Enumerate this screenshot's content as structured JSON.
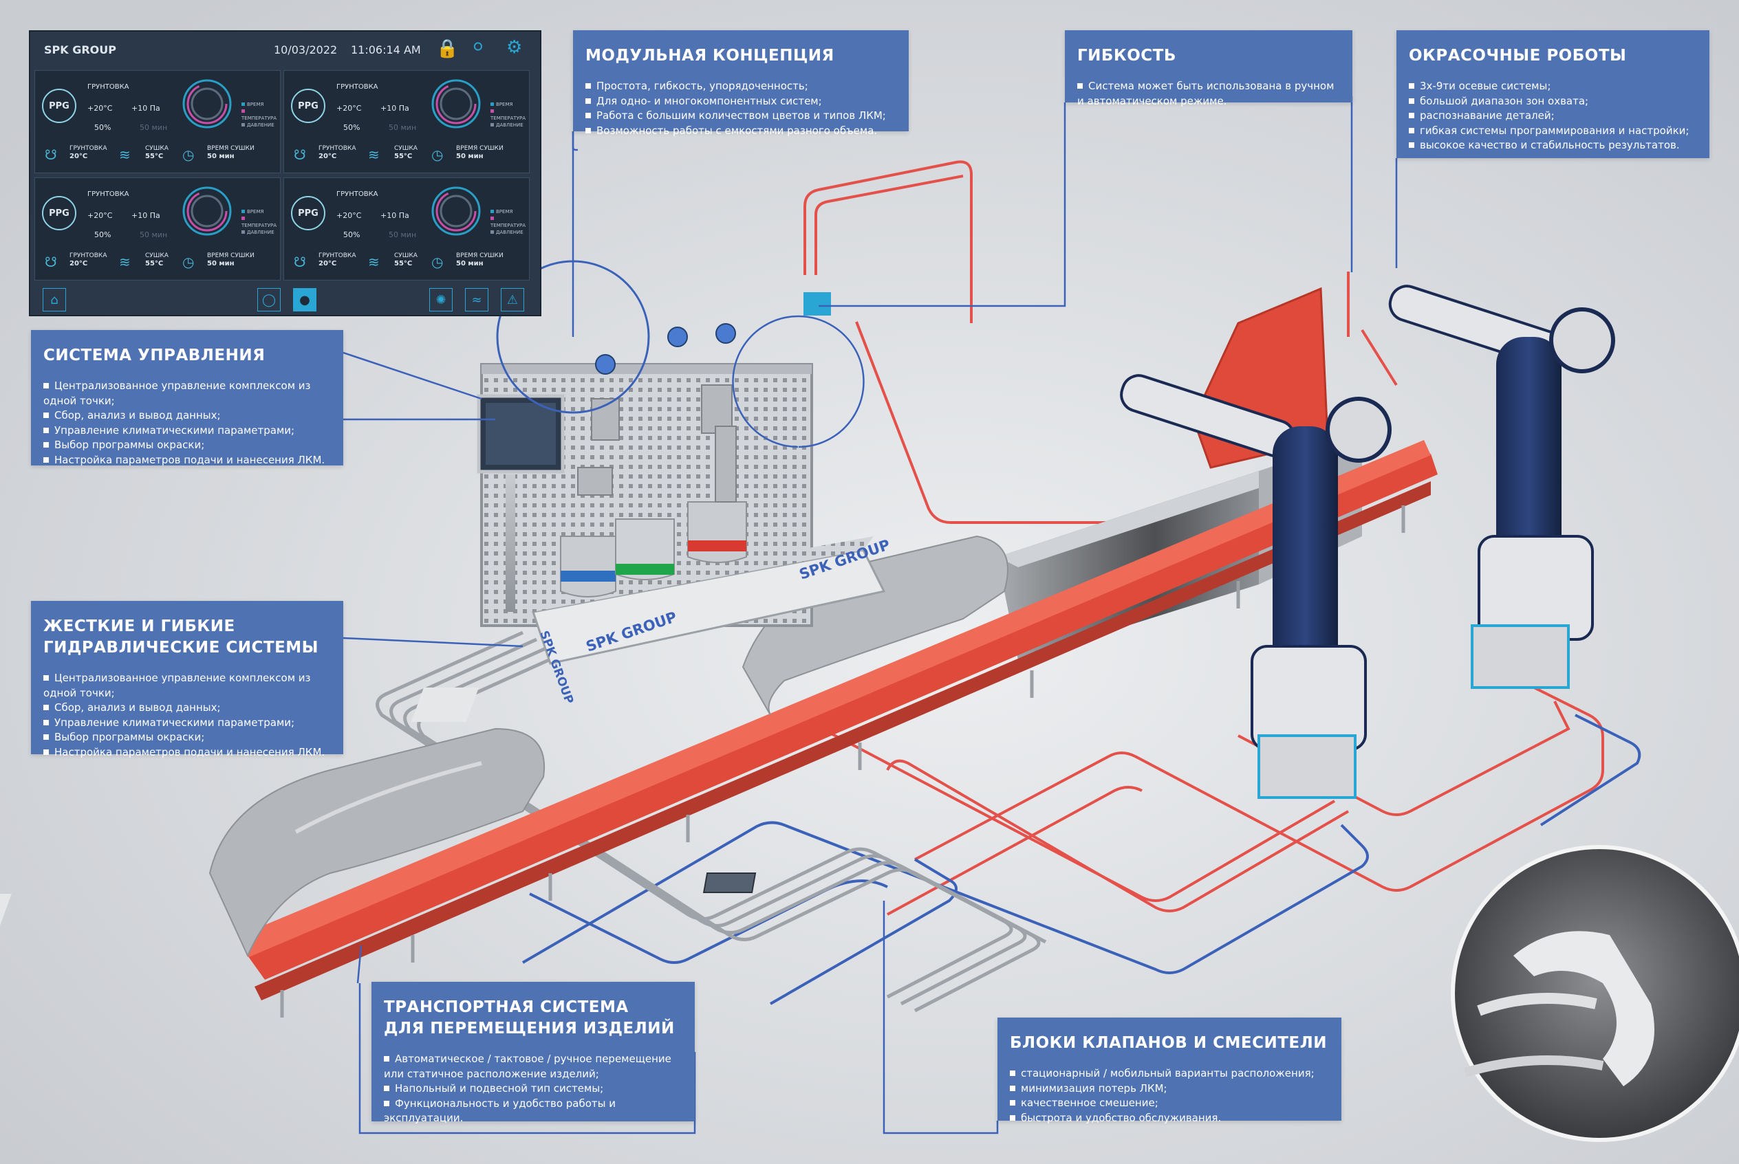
{
  "hmi": {
    "brand": "SPK GROUP",
    "date": "10/03/2022",
    "time": "11:06:14 AM",
    "cards": [
      {
        "ppg": "PPG",
        "title": "ГРУНТОВКА",
        "temp": "+20°C",
        "pressure": "+10 Па",
        "humidity": "50%",
        "time_dim": "50 мин",
        "b1_label": "ГРУНТОВКА",
        "b1_value": "20°C",
        "b2_label": "СУШКА",
        "b2_value": "55°C",
        "b3_label": "ВРЕМЯ СУШКИ",
        "b3_value": "50 мин",
        "legend": [
          "ВРЕМЯ",
          "ТЕМПЕРАТУРА",
          "ДАВЛЕНИЕ"
        ]
      },
      {
        "ppg": "PPG",
        "title": "ГРУНТОВКА",
        "temp": "+20°C",
        "pressure": "+10 Па",
        "humidity": "50%",
        "time_dim": "50 мин",
        "b1_label": "ГРУНТОВКА",
        "b1_value": "20°C",
        "b2_label": "СУШКА",
        "b2_value": "55°C",
        "b3_label": "ВРЕМЯ СУШКИ",
        "b3_value": "50 мин",
        "legend": [
          "ВРЕМЯ",
          "ТЕМПЕРАТУРА",
          "ДАВЛЕНИЕ"
        ]
      },
      {
        "ppg": "PPG",
        "title": "ГРУНТОВКА",
        "temp": "+20°C",
        "pressure": "+10 Па",
        "humidity": "50%",
        "time_dim": "50 мин",
        "b1_label": "ГРУНТОВКА",
        "b1_value": "20°C",
        "b2_label": "СУШКА",
        "b2_value": "55°C",
        "b3_label": "ВРЕМЯ СУШКИ",
        "b3_value": "50 мин",
        "legend": [
          "ВРЕМЯ",
          "ТЕМПЕРАТУРА",
          "ДАВЛЕНИЕ"
        ]
      },
      {
        "ppg": "PPG",
        "title": "ГРУНТОВКА",
        "temp": "+20°C",
        "pressure": "+10 Па",
        "humidity": "50%",
        "time_dim": "50 мин",
        "b1_label": "ГРУНТОВКА",
        "b1_value": "20°C",
        "b2_label": "СУШКА",
        "b2_value": "55°C",
        "b3_label": "ВРЕМЯ СУШКИ",
        "b3_value": "50 мин",
        "legend": [
          "ВРЕМЯ",
          "ТЕМПЕРАТУРА",
          "ДАВЛЕНИЕ"
        ]
      }
    ],
    "icons": {
      "lock": "lock-icon",
      "user": "user-icon",
      "settings": "gear-icon",
      "home": "home-icon",
      "bulb": "bulb-icon",
      "fan": "fan-icon",
      "chart": "chart-icon",
      "warning": "warning-icon"
    }
  },
  "station_labels": [
    "SPK GROUP",
    "SPK GROUP",
    "SPK GROUP"
  ],
  "colors": {
    "box": "#4f72b3",
    "red_line": "#e4514a",
    "blue_line": "#3b62b8",
    "conveyor": "#e04a3a",
    "background": "#d6d8dc",
    "bucket_blue": "#2f6fc0",
    "bucket_green": "#1fa64a",
    "bucket_red": "#d83a32"
  },
  "boxes": {
    "modular": {
      "title": "МОДУЛЬНАЯ КОНЦЕПЦИЯ",
      "items": [
        "Простота, гибкость, упорядоченность;",
        "Для одно- и многокомпонентных систем;",
        "Работа с большим количеством цветов и типов ЛКМ;",
        "Возможность работы с емкостями разного объема."
      ]
    },
    "flex": {
      "title": "ГИБКОСТЬ",
      "items": [
        "Система может быть использована в ручном и автоматическом режиме."
      ]
    },
    "robots": {
      "title": "ОКРАСОЧНЫЕ РОБОТЫ",
      "items": [
        "3х-9ти осевые системы;",
        "большой диапазон зон охвата;",
        "распознавание деталей;",
        "гибкая системы программирования и настройки;",
        "высокое качество и стабильность результатов."
      ]
    },
    "control": {
      "title": "СИСТЕМА УПРАВЛЕНИЯ",
      "items": [
        "Централизованное управление комплексом из одной точки;",
        "Сбор, анализ и вывод данных;",
        "Управление климатическими параметрами;",
        "Выбор программы окраски;",
        "Настройка параметров подачи и нанесения ЛКМ."
      ]
    },
    "hydraulic": {
      "title_line1": "ЖЕСТКИЕ И ГИБКИЕ",
      "title_line2": "ГИДРАВЛИЧЕСКИЕ СИСТЕМЫ",
      "items": [
        "Централизованное управление комплексом из одной точки;",
        "Сбор, анализ и вывод данных;",
        "Управление климатическими параметрами;",
        "Выбор программы окраски;",
        "Настройка параметров подачи и нанесения ЛКМ."
      ]
    },
    "transport": {
      "title_line1": "ТРАНСПОРТНАЯ СИСТЕМА",
      "title_line2": "ДЛЯ ПЕРЕМЕЩЕНИЯ ИЗДЕЛИЙ",
      "items": [
        "Автоматическое / тактовое / ручное перемещение или статичное расположение изделий;",
        "Напольный и подвесной тип системы;",
        "Функциональность и удобство работы и эксплуатации."
      ]
    },
    "valves": {
      "title": "БЛОКИ КЛАПАНОВ И СМЕСИТЕЛИ",
      "items": [
        "стационарный / мобильный варианты расположения;",
        "минимизация потерь ЛКМ;",
        "качественное смешение;",
        "быстрота и удобство обслуживания."
      ]
    }
  }
}
